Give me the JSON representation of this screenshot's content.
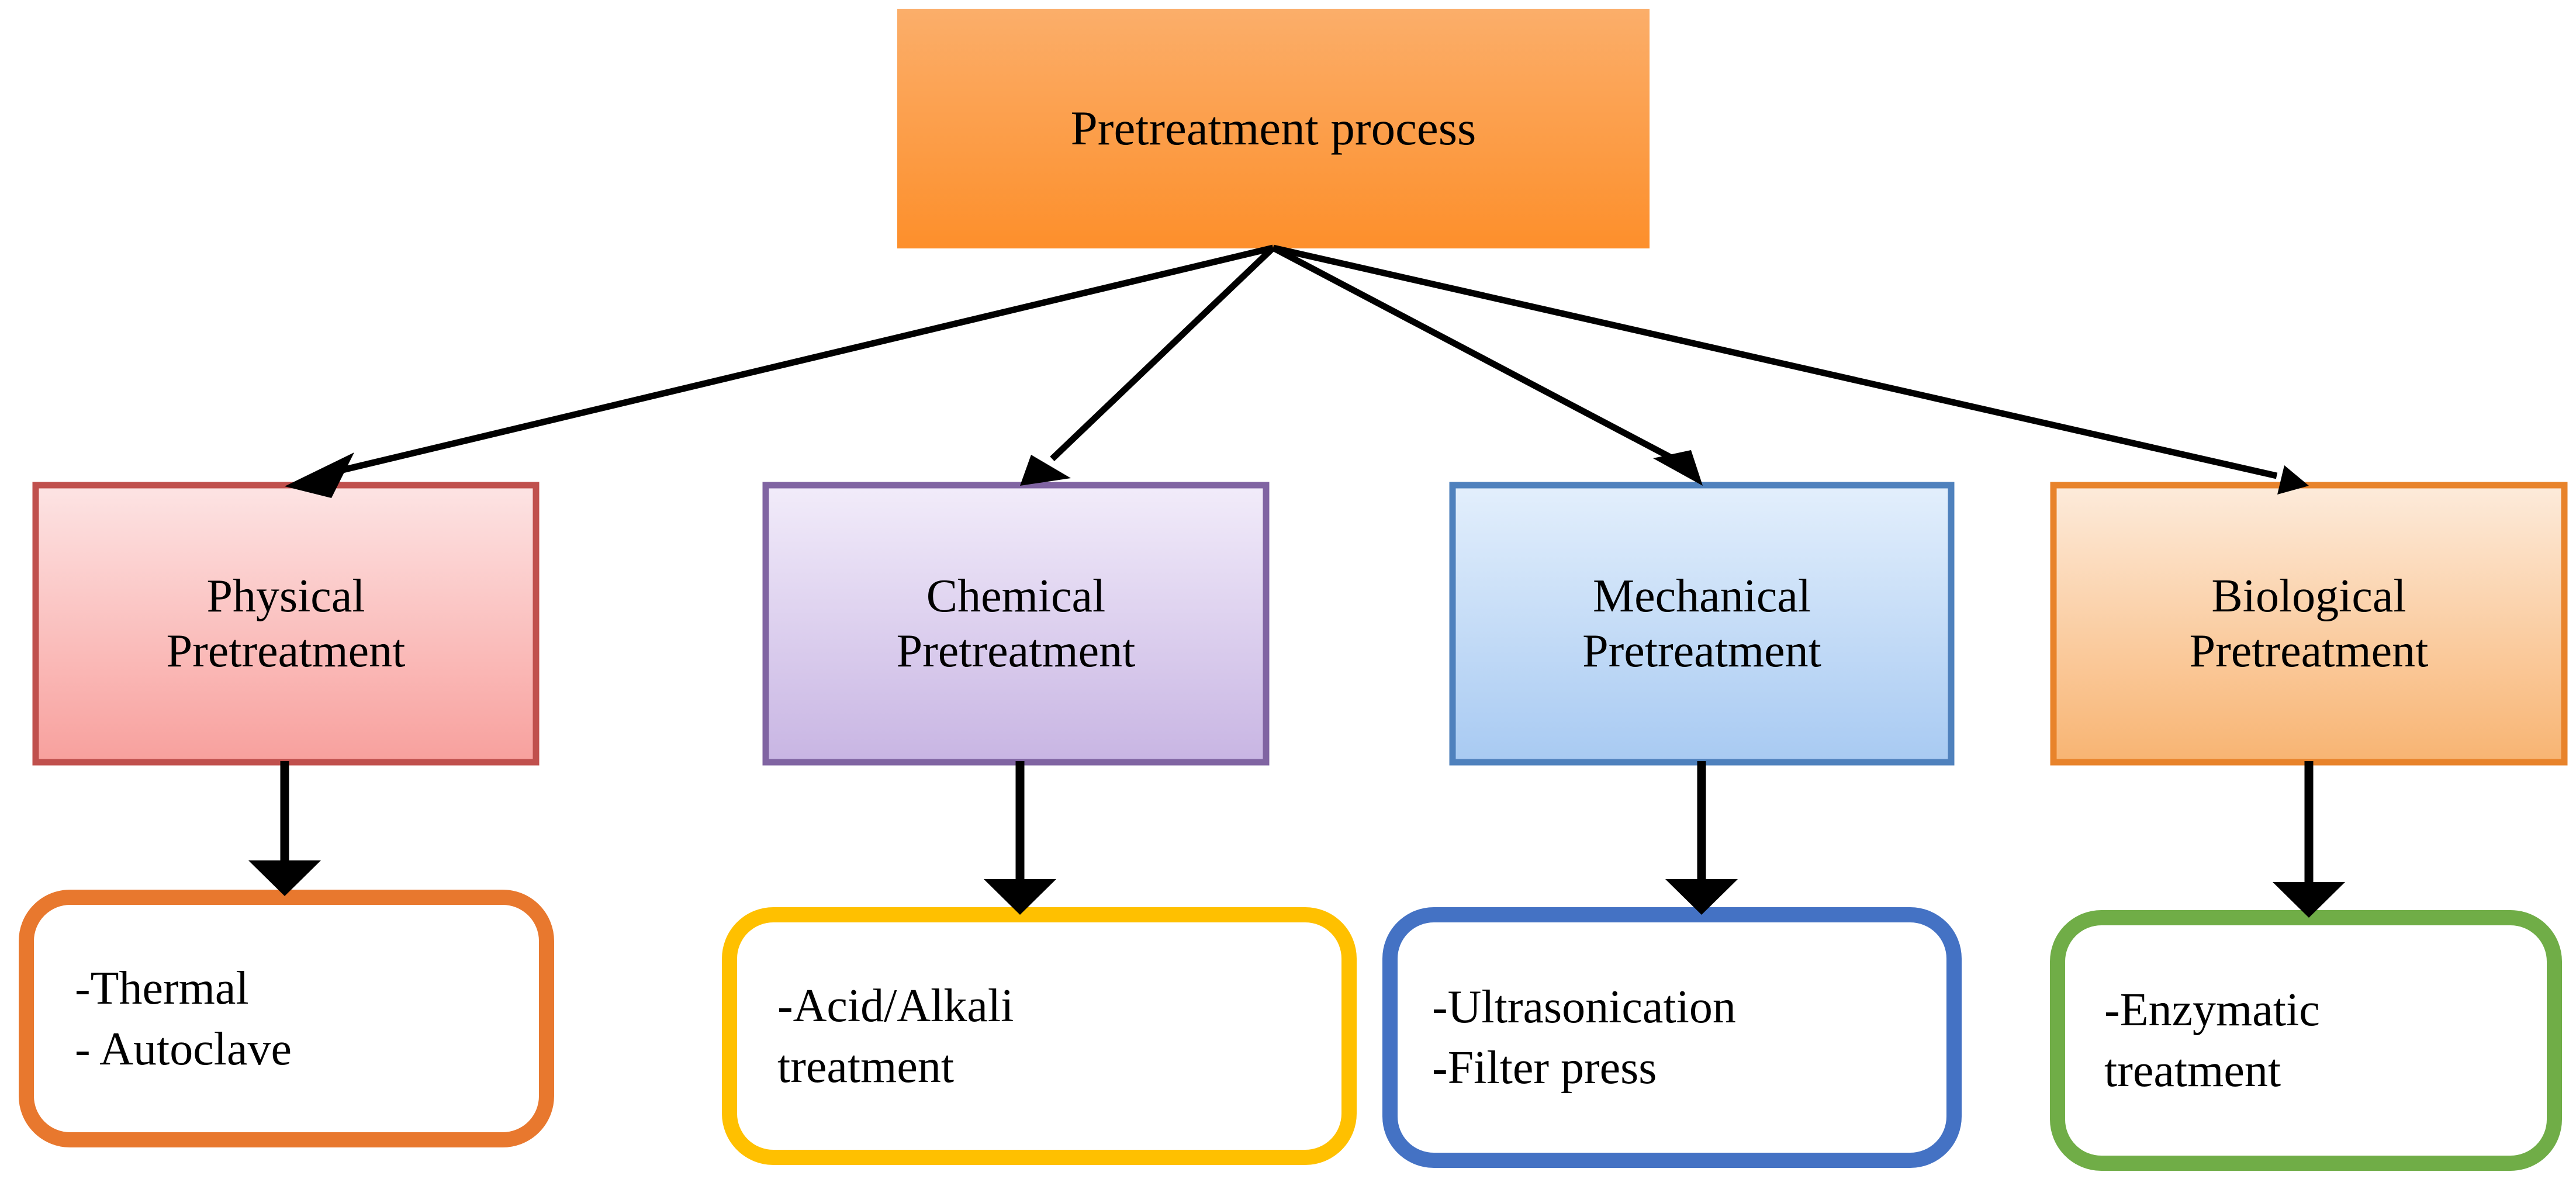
{
  "diagram": {
    "title_node": {
      "label": "Pretreatment process",
      "fill_top": "#FBAE6A",
      "fill_bottom": "#FD8F2B"
    },
    "categories": [
      {
        "id": "physical",
        "label_line1": "Physical",
        "label_line2": "Pretreatment",
        "border_color": "#C0504D",
        "fill_top": "#FDE4E4",
        "fill_bottom": "#F8A09D"
      },
      {
        "id": "chemical",
        "label_line1": "Chemical",
        "label_line2": "Pretreatment",
        "border_color": "#8064A2",
        "fill_top": "#F1EAF8",
        "fill_bottom": "#C9B6E4"
      },
      {
        "id": "mechanical",
        "label_line1": "Mechanical",
        "label_line2": "Pretreatment",
        "border_color": "#4F81BD",
        "fill_top": "#E2EEFB",
        "fill_bottom": "#A9CBF2"
      },
      {
        "id": "biological",
        "label_line1": "Biological",
        "label_line2": "Pretreatment",
        "border_color": "#E8832B",
        "fill_top": "#FDEADA",
        "fill_bottom": "#F8B472"
      }
    ],
    "methods": [
      {
        "id": "physical-methods",
        "line1": "-Thermal",
        "line2": "- Autoclave",
        "border_color": "#E8782E",
        "fill": "#FFFFFF"
      },
      {
        "id": "chemical-methods",
        "line1": "-Acid/Alkali",
        "line2": "treatment",
        "border_color": "#FFC000",
        "fill": "#FFFFFF"
      },
      {
        "id": "mechanical-methods",
        "line1": "-Ultrasonication",
        "line2": "-Filter press",
        "border_color": "#4472C4",
        "fill": "#FFFFFF"
      },
      {
        "id": "biological-methods",
        "line1": "-Enzymatic",
        "line2": "treatment",
        "border_color": "#70AD47",
        "fill": "#FFFFFF"
      }
    ],
    "connector_color": "#000000"
  }
}
